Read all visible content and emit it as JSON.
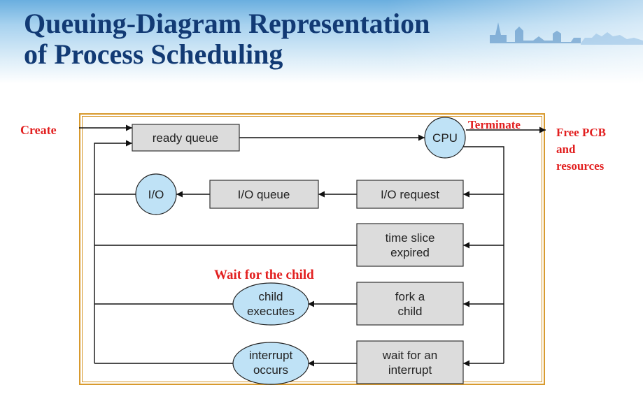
{
  "slide": {
    "title_line1": "Queuing-Diagram Representation",
    "title_line2": "of Process Scheduling",
    "colors": {
      "title": "#123a74",
      "annotation": "#e21f1f",
      "frame": "#d89a2e",
      "node_fill": "#bfe2f6",
      "box_fill": "#dcdcdc"
    }
  },
  "diagram": {
    "annotations": {
      "create": "Create",
      "terminate": "Terminate",
      "free": [
        "Free PCB",
        "and",
        "resources"
      ],
      "wait_child": "Wait for the child"
    },
    "nodes": {
      "ready_queue": "ready queue",
      "cpu": "CPU",
      "io": "I/O",
      "io_queue": "I/O queue",
      "io_request": "I/O request",
      "time_slice": [
        "time slice",
        "expired"
      ],
      "child_executes": [
        "child",
        "executes"
      ],
      "fork": [
        "fork a",
        "child"
      ],
      "interrupt_occurs": [
        "interrupt",
        "occurs"
      ],
      "wait_interrupt": [
        "wait for an",
        "interrupt"
      ]
    }
  }
}
